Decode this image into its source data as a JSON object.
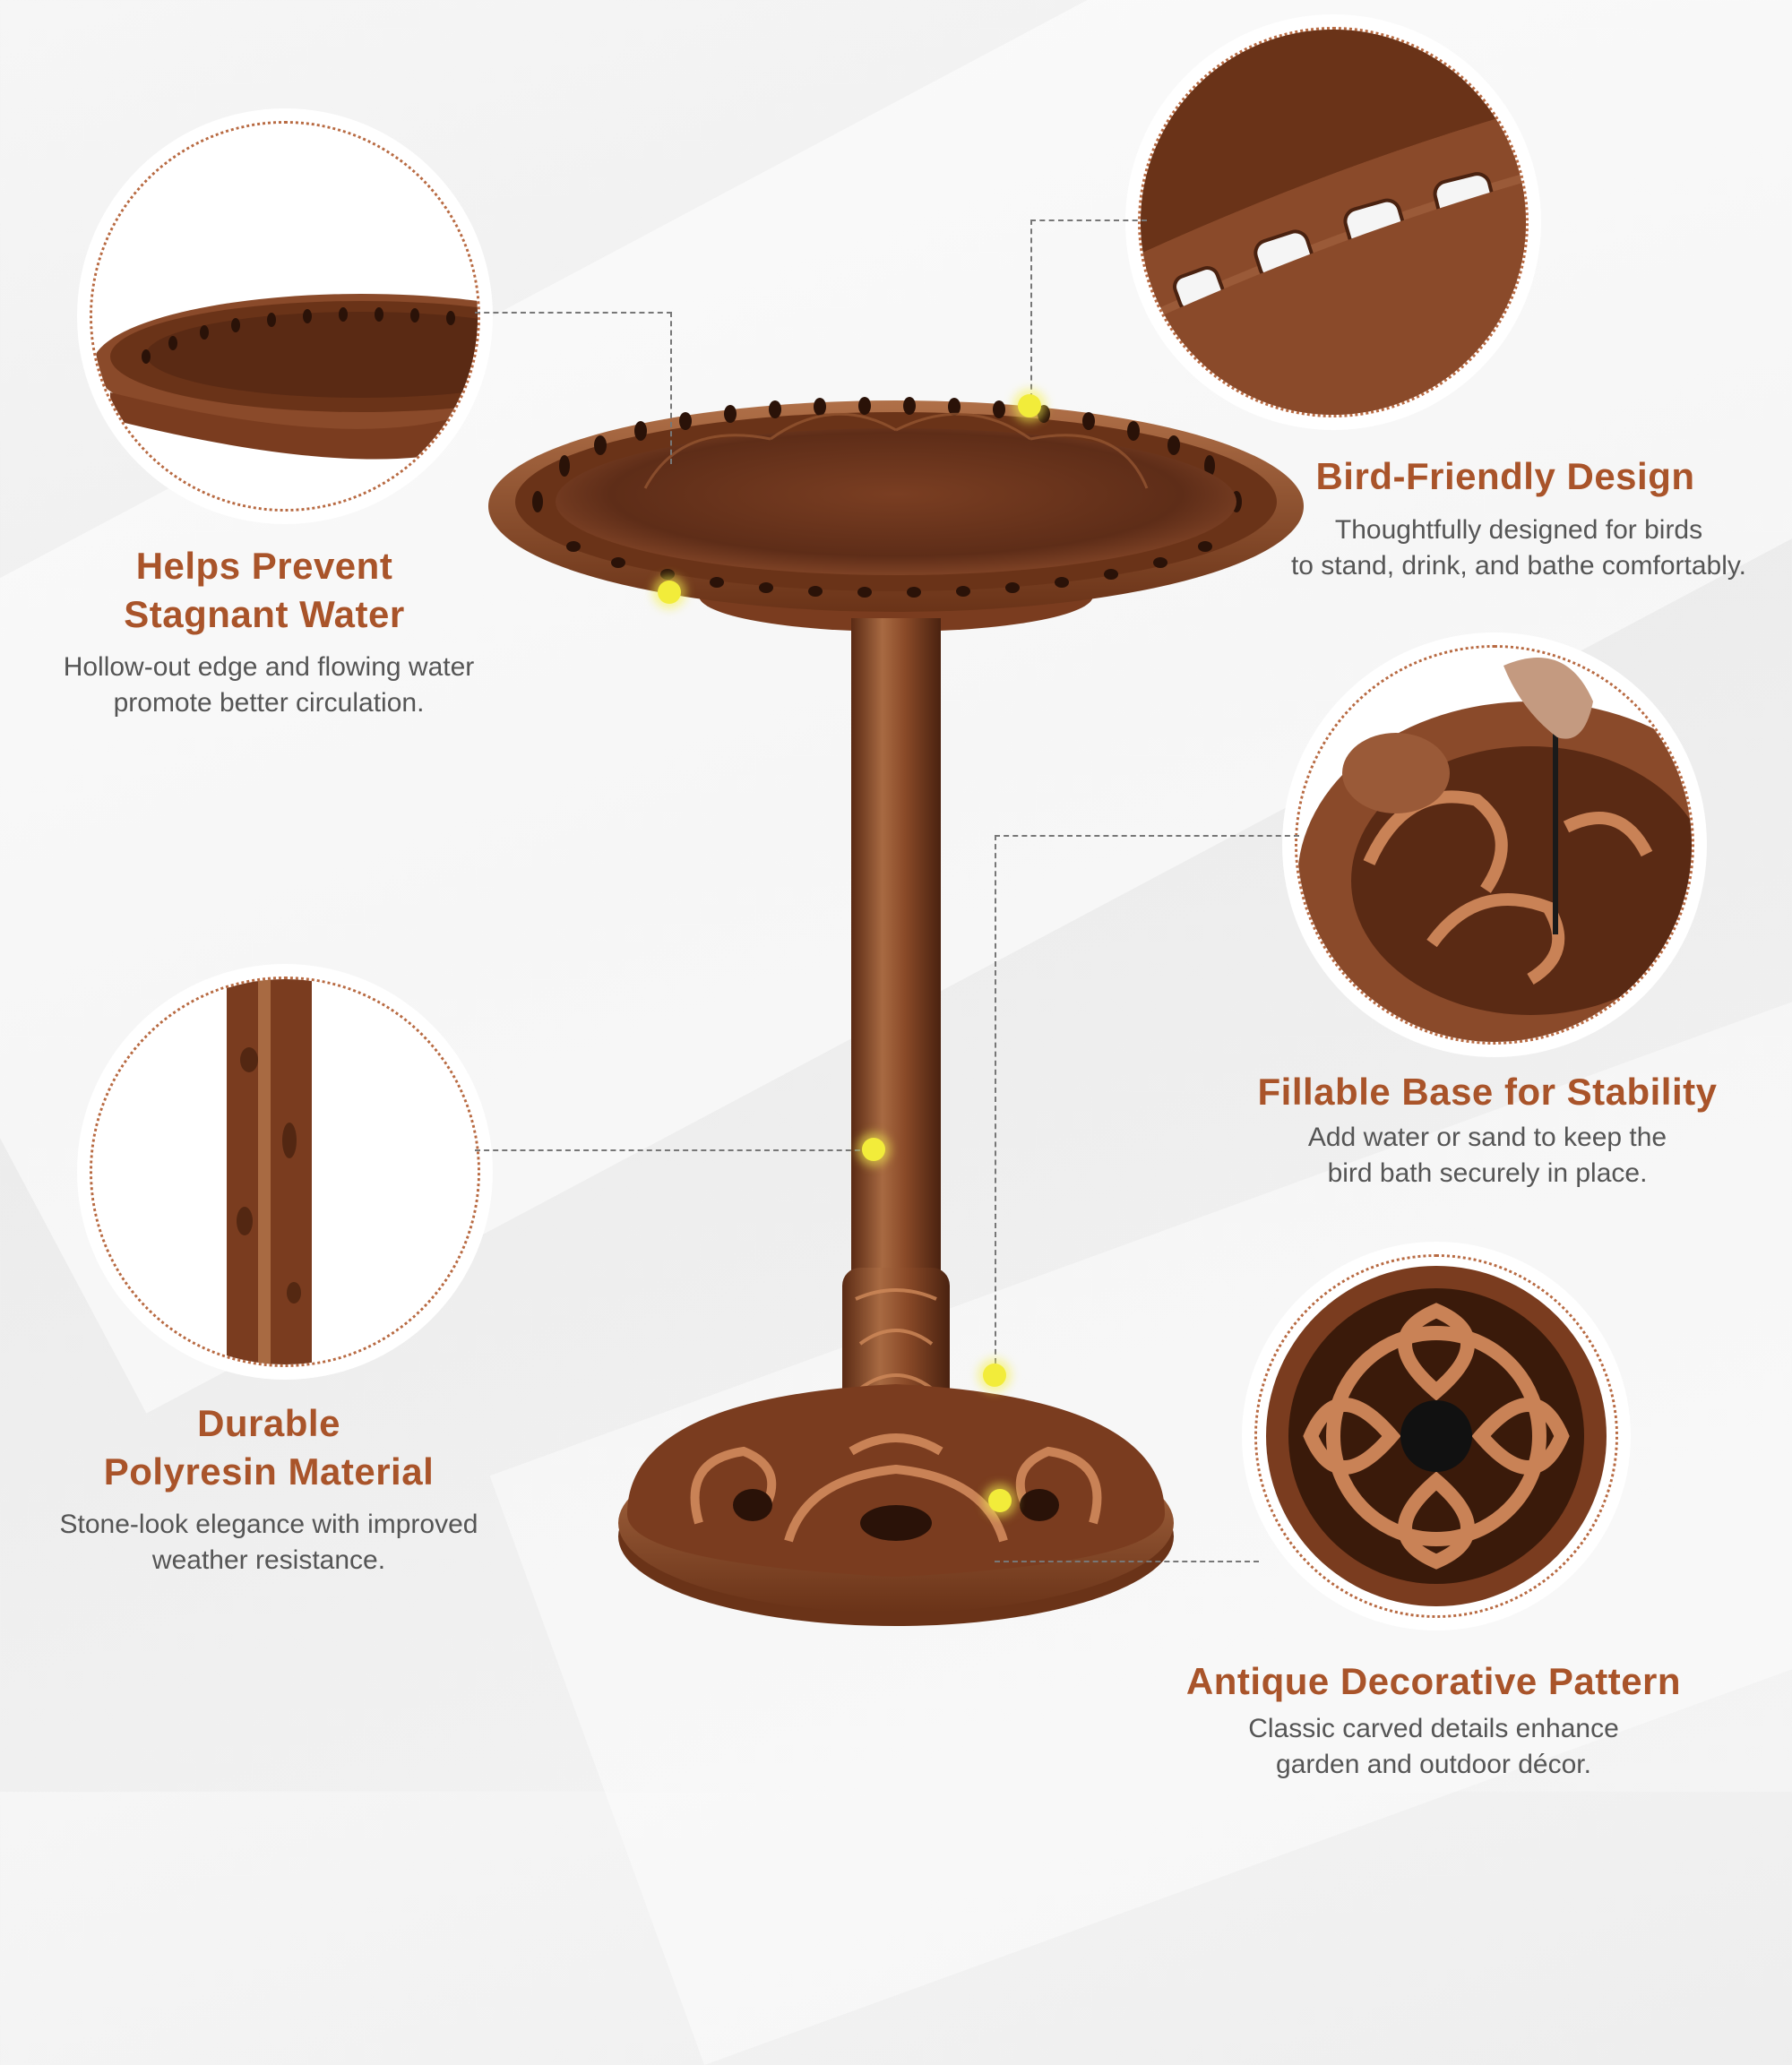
{
  "features": {
    "stagnant": {
      "title_line1": "Helps Prevent",
      "title_line2": "Stagnant Water",
      "desc_line1": "Hollow-out edge and flowing water",
      "desc_line2": "promote better circulation."
    },
    "bird_friendly": {
      "title": "Bird-Friendly Design",
      "desc_line1": "Thoughtfully designed for birds",
      "desc_line2": "to stand, drink, and bathe comfortably."
    },
    "fillable": {
      "title": "Fillable Base for Stability",
      "desc_line1": "Add water or sand to keep the",
      "desc_line2": "bird bath securely in place."
    },
    "durable": {
      "title_line1": "Durable",
      "title_line2": "Polyresin Material",
      "desc_line1": "Stone-look elegance with improved",
      "desc_line2": "weather resistance."
    },
    "pattern": {
      "title": "Antique Decorative Pattern",
      "desc_line1": "Classic carved details enhance",
      "desc_line2": "garden and outdoor décor."
    }
  },
  "colors": {
    "accent": "#a9542a",
    "copper": "#8a4a2a",
    "highlight_dot": "#f2ec3a"
  },
  "icons": [
    "callout-dot-icon"
  ]
}
